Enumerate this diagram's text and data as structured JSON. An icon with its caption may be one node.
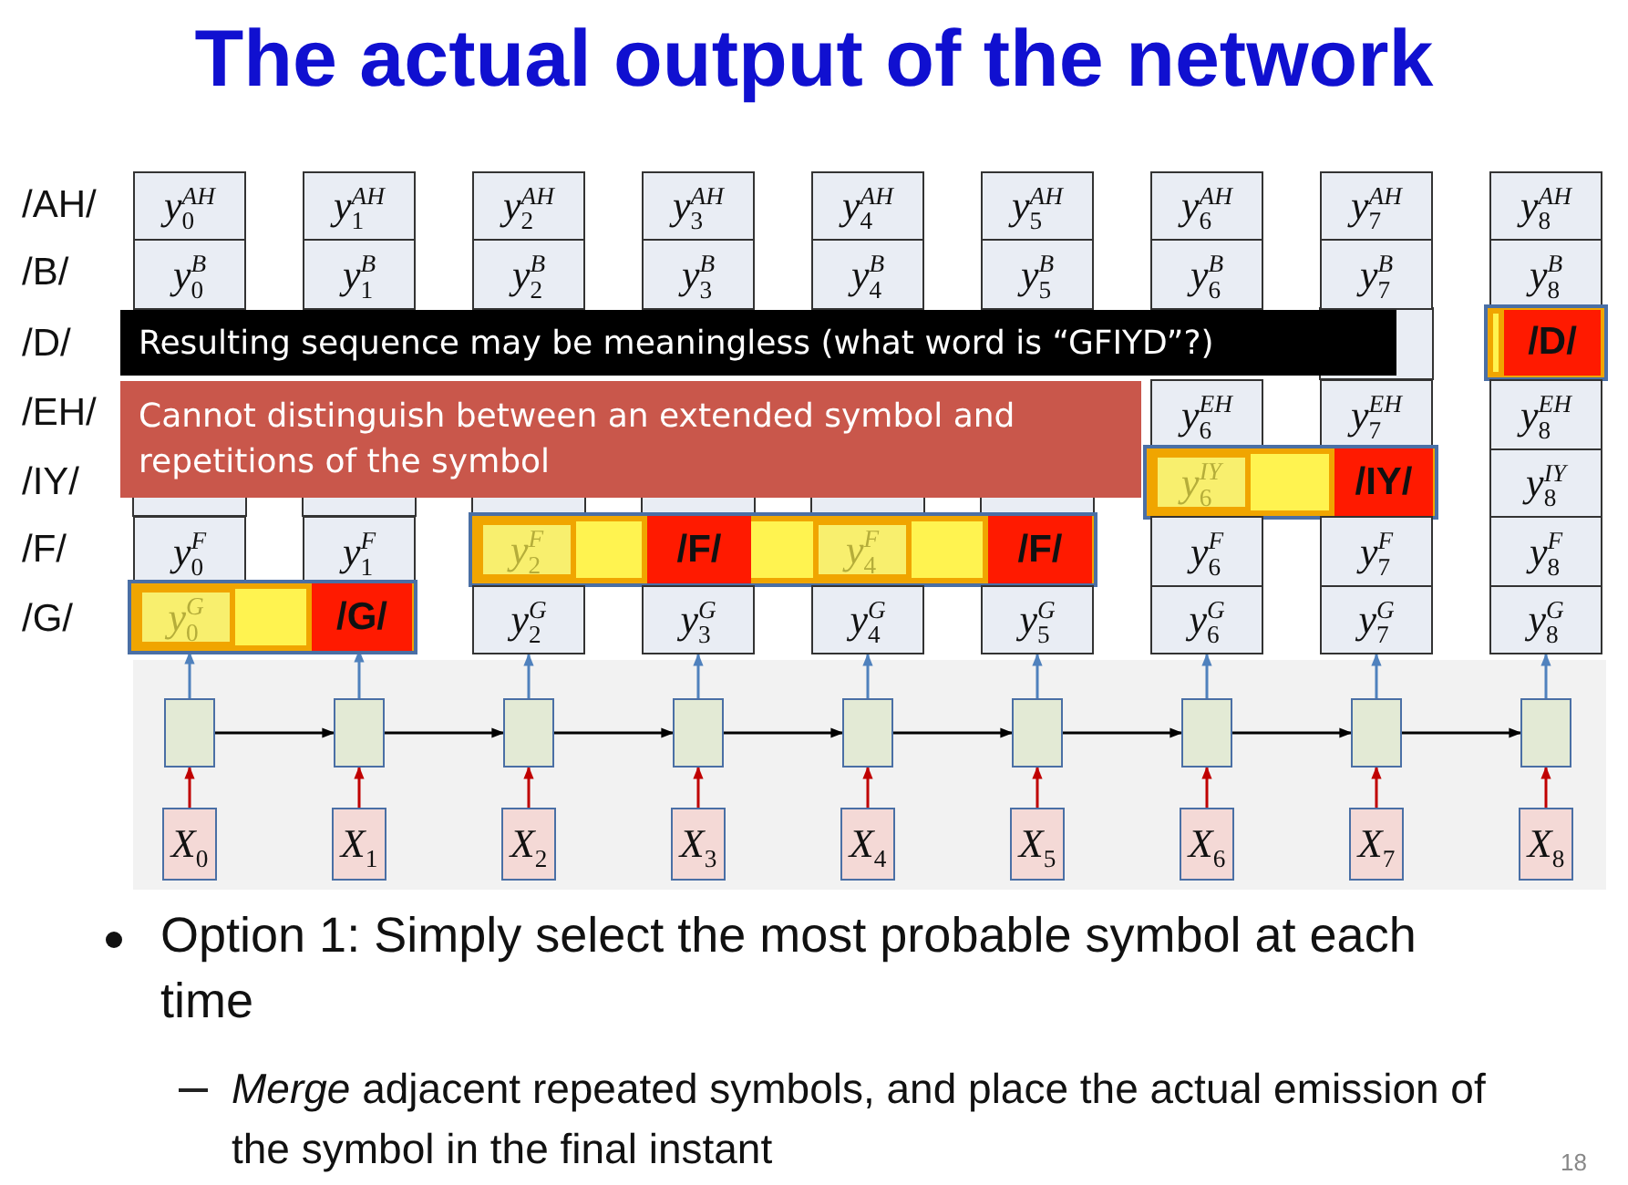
{
  "diagram": {
    "title": "The actual output of the network",
    "nodes": [
      {
        "text": [
          "Resulting sequence may be meaningless (what word is “GFIYD”?)"
        ]
      },
      {
        "text": [
          "Cannot distinguish between an extended symbol and repetitions of the symbol"
        ]
      },
      {
        "text": [
          "y$_{0}$$^{AH}$"
        ]
      },
      {
        "text": [
          "y$_{1}$$^{AH}$"
        ]
      },
      {
        "text": [
          "y$_{2}$$^{AH}$"
        ]
      },
      {
        "text": [
          "y$_{3}$$^{AH}$"
        ]
      },
      {
        "text": [
          "y$_{4}$$^{AH}$"
        ]
      },
      {
        "text": [
          "y$_{5}$$^{AH}$"
        ]
      },
      {
        "text": [
          "y$_{6}$$^{AH}$"
        ]
      },
      {
        "text": [
          "y$_{7}$$^{AH}$"
        ]
      },
      {
        "text": [
          "y$_{8}$$^{AH}$"
        ]
      },
      {
        "text": [
          "y$_{0}$$^{B}$"
        ]
      },
      {
        "text": [
          "y$_{1}$$^{B}$"
        ]
      },
      {
        "text": [
          "y$_{2}$$^{B}$"
        ]
      },
      {
        "text": [
          "y$_{3}$$^{B}$"
        ]
      },
      {
        "text": [
          "y$_{4}$$^{B}$"
        ]
      },
      {
        "text": [
          "y$_{5}$$^{B}$"
        ]
      },
      {
        "text": [
          "y$_{6}$$^{B}$"
        ]
      },
      {
        "text": [
          "y$_{7}$$^{B}$"
        ]
      },
      {
        "text": [
          "y$_{8}$$^{B}$"
        ]
      },
      {
        "text": [],
        "shape": "bar"
      },
      {
        "text": [
          "/D/"
        ],
        "in": 20
      },
      {
        "text": [
          "y$_{6}$$^{EH}$"
        ]
      },
      {
        "text": [
          "y$_{7}$$^{EH}$"
        ]
      },
      {
        "text": [
          "y$_{8}$$^{EH}$"
        ]
      },
      {
        "text": [],
        "shape": "bar"
      },
      {
        "text": [
          "y$_{6}$$^{IY}$"
        ],
        "in": 25
      },
      {
        "text": [
          "/IY/"
        ],
        "in": 25
      },
      {
        "text": [
          "y$_{8}$$^{IY}$"
        ]
      },
      {
        "text": [
          "y$_{0}$$^{F}$"
        ]
      },
      {
        "text": [
          "y$_{1}$$^{F}$"
        ]
      },
      {
        "text": [],
        "shape": "bar"
      },
      {
        "text": [
          "y$_{2}$$^{F}$"
        ],
        "in": 31
      },
      {
        "text": [
          "/F/"
        ],
        "in": 31
      },
      {
        "text": [
          "y$_{4}$$^{F}$"
        ],
        "in": 31
      },
      {
        "text": [
          "/F/"
        ],
        "in": 31
      },
      {
        "text": [
          "y$_{6}$$^{F}$"
        ]
      },
      {
        "text": [
          "y$_{7}$$^{F}$"
        ]
      },
      {
        "text": [
          "y$_{8}$$^{F}$"
        ]
      },
      {
        "text": [],
        "shape": "bar"
      },
      {
        "text": [
          "y$_{0}$$^{G}$"
        ],
        "in": 39
      },
      {
        "text": [
          "/G/"
        ],
        "in": 39
      },
      {
        "text": [
          "y$_{2}$$^{G}$"
        ]
      },
      {
        "text": [
          "y$_{3}$$^{G}$"
        ]
      },
      {
        "text": [
          "y$_{4}$$^{G}$"
        ]
      },
      {
        "text": [
          "y$_{5}$$^{G}$"
        ]
      },
      {
        "text": [
          "y$_{6}$$^{G}$"
        ]
      },
      {
        "text": [
          "y$_{7}$$^{G}$"
        ]
      },
      {
        "text": [
          "y$_{8}$$^{G}$"
        ]
      },
      {
        "text": [],
        "shape": "box"
      },
      {
        "text": [],
        "shape": "box"
      },
      {
        "text": [],
        "shape": "box"
      },
      {
        "text": [],
        "shape": "box"
      },
      {
        "text": [],
        "shape": "box"
      },
      {
        "text": [],
        "shape": "box"
      },
      {
        "text": [],
        "shape": "box"
      },
      {
        "text": [],
        "shape": "box"
      },
      {
        "text": [],
        "shape": "box"
      },
      {
        "text": [
          "X$_{0}$"
        ]
      },
      {
        "text": [
          "X$_{1}$"
        ]
      },
      {
        "text": [
          "X$_{2}$"
        ]
      },
      {
        "text": [
          "X$_{3}$"
        ]
      },
      {
        "text": [
          "X$_{4}$"
        ]
      },
      {
        "text": [
          "X$_{5}$"
        ]
      },
      {
        "text": [
          "X$_{6}$"
        ]
      },
      {
        "text": [
          "X$_{7}$"
        ]
      },
      {
        "text": [
          "X$_{8}$"
        ]
      }
    ],
    "edges": [
      {
        "from": 49,
        "to": 50,
        "arrow": "to",
        "color": "#000000"
      },
      {
        "from": 50,
        "to": 51,
        "arrow": "to",
        "color": "#000000"
      },
      {
        "from": 51,
        "to": 52,
        "arrow": "to",
        "color": "#000000"
      },
      {
        "from": 52,
        "to": 53,
        "arrow": "to",
        "color": "#000000"
      },
      {
        "from": 53,
        "to": 54,
        "arrow": "to",
        "color": "#000000"
      },
      {
        "from": 54,
        "to": 55,
        "arrow": "to",
        "color": "#000000"
      },
      {
        "from": 55,
        "to": 56,
        "arrow": "to",
        "color": "#000000"
      },
      {
        "from": 56,
        "to": 57,
        "arrow": "to",
        "color": "#000000"
      },
      {
        "from": 58,
        "to": 49,
        "arrow": "to",
        "color": "#c00000"
      },
      {
        "from": 59,
        "to": 50,
        "arrow": "to",
        "color": "#c00000"
      },
      {
        "from": 60,
        "to": 51,
        "arrow": "to",
        "color": "#c00000"
      },
      {
        "from": 61,
        "to": 52,
        "arrow": "to",
        "color": "#c00000"
      },
      {
        "from": 62,
        "to": 53,
        "arrow": "to",
        "color": "#c00000"
      },
      {
        "from": 63,
        "to": 54,
        "arrow": "to",
        "color": "#c00000"
      },
      {
        "from": 64,
        "to": 55,
        "arrow": "to",
        "color": "#c00000"
      },
      {
        "from": 65,
        "to": 56,
        "arrow": "to",
        "color": "#c00000"
      },
      {
        "from": 66,
        "to": 57,
        "arrow": "to",
        "color": "#c00000"
      },
      {
        "from": 49,
        "to": 40,
        "arrow": "to",
        "color": "#4f81bd"
      },
      {
        "from": 50,
        "to": 41,
        "arrow": "to",
        "color": "#4f81bd"
      },
      {
        "from": 51,
        "to": 42,
        "arrow": "to",
        "color": "#4f81bd"
      },
      {
        "from": 52,
        "to": 43,
        "arrow": "to",
        "color": "#4f81bd"
      },
      {
        "from": 53,
        "to": 44,
        "arrow": "to",
        "color": "#4f81bd"
      },
      {
        "from": 54,
        "to": 45,
        "arrow": "to",
        "color": "#4f81bd"
      },
      {
        "from": 55,
        "to": 46,
        "arrow": "to",
        "color": "#4f81bd"
      },
      {
        "from": 56,
        "to": 47,
        "arrow": "to",
        "color": "#4f81bd"
      },
      {
        "from": 57,
        "to": 48,
        "arrow": "to",
        "color": "#4f81bd"
      }
    ],
    "labels": [
      "/AH/",
      "/B/",
      "/D/",
      "/EH/",
      "/IY/",
      "/F/",
      "/G/",
      "Option 1: Simply select the most probable symbol at each time",
      "*Merge* adjacent repeated symbols, and place the actual emission of the symbol in the final instant",
      "18"
    ]
  }
}
